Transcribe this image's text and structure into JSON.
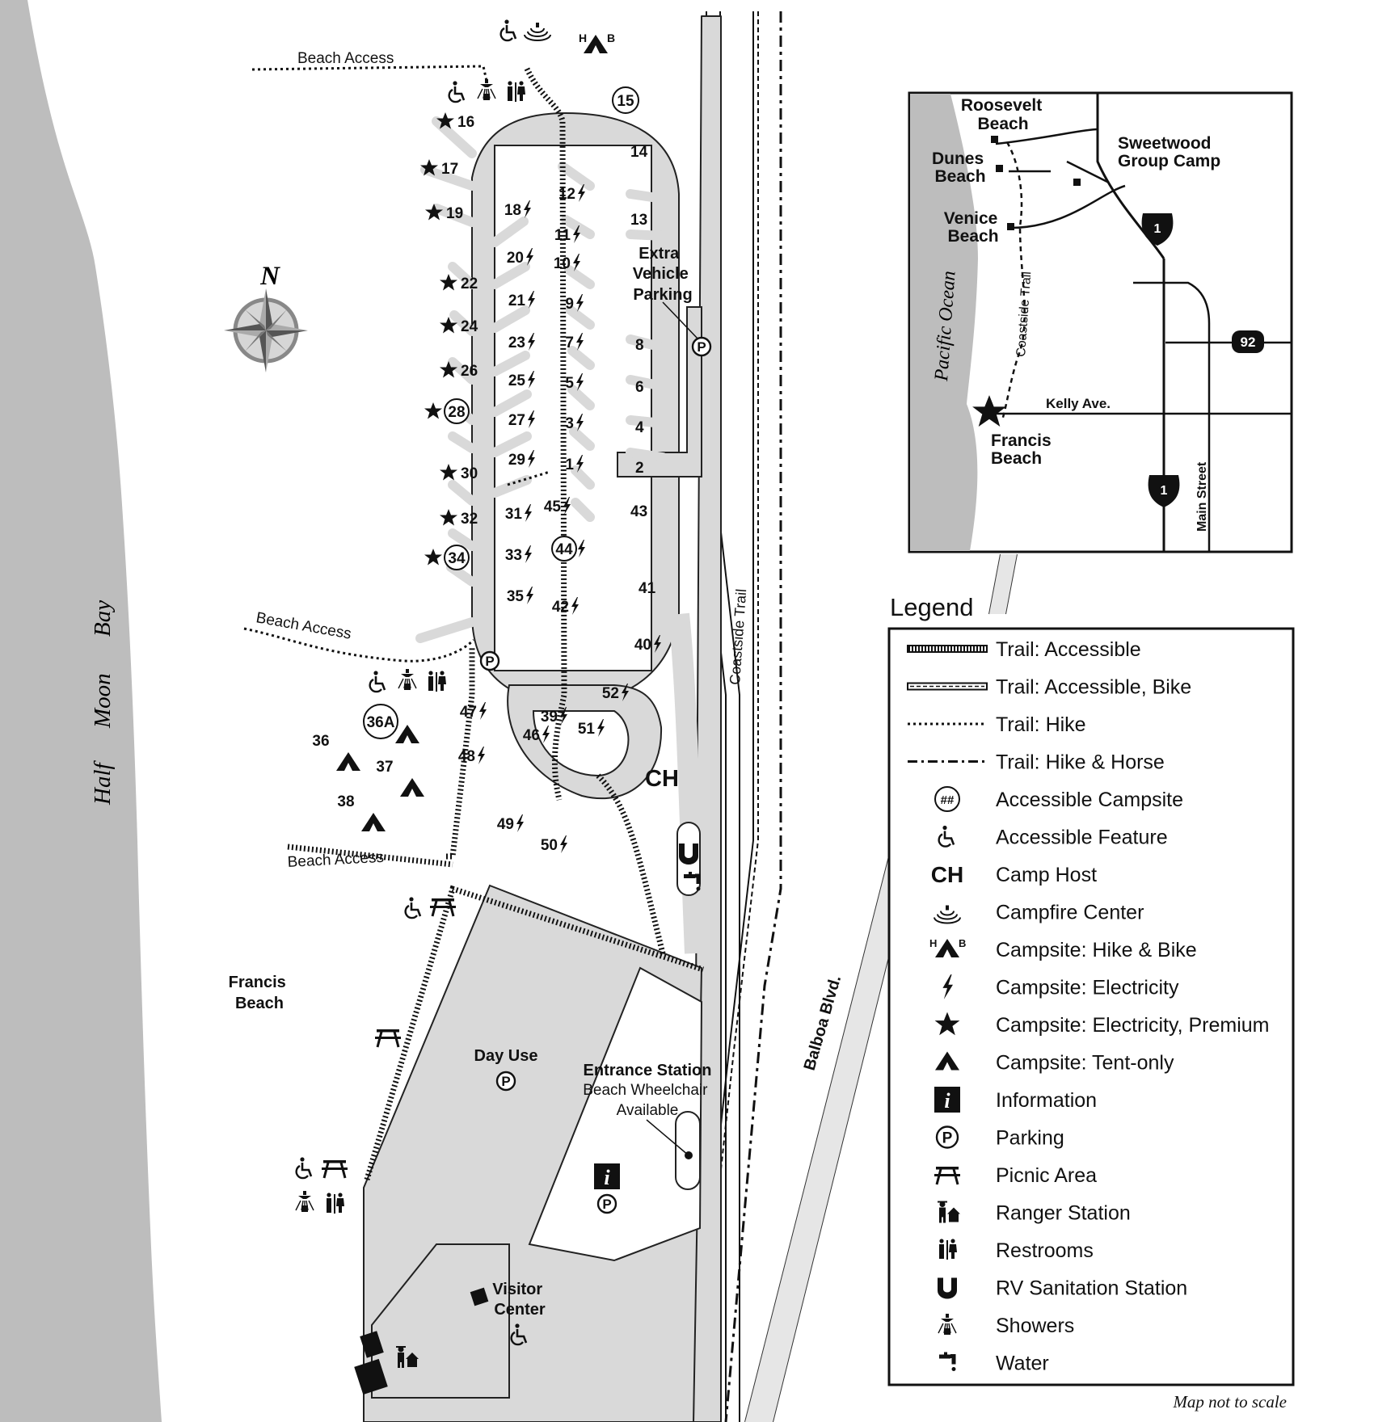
{
  "water": {
    "bay_name": [
      "Half",
      "Moon",
      "Bay"
    ]
  },
  "beach_name": [
    "Francis",
    "Beach"
  ],
  "beach_access_labels": [
    "Beach Access",
    "Beach Access",
    "Beach Access"
  ],
  "extra_parking": [
    "Extra",
    "Vehicle",
    "Parking"
  ],
  "day_use": "Day Use",
  "entrance": {
    "title": "Entrance Station",
    "note": [
      "Beach Wheelchair",
      "Available"
    ]
  },
  "visitor_center": [
    "Visitor",
    "Center"
  ],
  "camp_host": "CH",
  "trail_label": "Coastside Trail",
  "road_label": "Balboa Blvd.",
  "north_label": "N",
  "hike_bike_letters": [
    "H",
    "B"
  ],
  "campsites": {
    "premium": [
      "16",
      "17",
      "19",
      "22",
      "24",
      "26",
      "30",
      "32"
    ],
    "premium_accessible": [
      "28",
      "34"
    ],
    "electric": [
      "18",
      "20",
      "21",
      "23",
      "25",
      "27",
      "29",
      "31",
      "33",
      "35",
      "12",
      "11",
      "10",
      "9",
      "7",
      "5",
      "3",
      "1",
      "45",
      "42",
      "40",
      "47",
      "48",
      "39",
      "46",
      "51",
      "52",
      "49",
      "50"
    ],
    "electric_accessible": [
      "44"
    ],
    "plain": [
      "14",
      "13",
      "8",
      "6",
      "4",
      "2",
      "43",
      "41"
    ],
    "accessible": [
      "15"
    ],
    "tent": [
      "36",
      "37",
      "38"
    ],
    "tent_accessible": [
      "36A"
    ]
  },
  "inset": {
    "places": {
      "roosevelt": [
        "Roosevelt",
        "Beach"
      ],
      "dunes": [
        "Dunes",
        "Beach"
      ],
      "sweetwood": [
        "Sweetwood",
        "Group Camp"
      ],
      "venice": [
        "Venice",
        "Beach"
      ],
      "francis": [
        "Francis",
        "Beach"
      ]
    },
    "ocean": "Pacific Ocean",
    "trail": "Coastside Trail",
    "kelly": "Kelly Ave.",
    "main_street": "Main Street",
    "hwy1": "1",
    "hwy92": "92"
  },
  "legend": {
    "title": "Legend",
    "items": [
      {
        "icon": "trail-accessible-icon",
        "label": "Trail: Accessible"
      },
      {
        "icon": "trail-accessible-bike-icon",
        "label": "Trail: Accessible, Bike"
      },
      {
        "icon": "trail-hike-icon",
        "label": "Trail: Hike"
      },
      {
        "icon": "trail-hike-horse-icon",
        "label": "Trail: Hike & Horse"
      },
      {
        "icon": "accessible-campsite-icon",
        "label": "Accessible Campsite",
        "glyph": "##"
      },
      {
        "icon": "accessible-feature-icon",
        "label": "Accessible Feature"
      },
      {
        "icon": "camp-host-icon",
        "label": "Camp Host",
        "glyph": "CH"
      },
      {
        "icon": "campfire-center-icon",
        "label": "Campfire Center"
      },
      {
        "icon": "hike-bike-campsite-icon",
        "label": "Campsite: Hike & Bike"
      },
      {
        "icon": "electricity-icon",
        "label": "Campsite: Electricity"
      },
      {
        "icon": "star-icon",
        "label": "Campsite: Electricity, Premium"
      },
      {
        "icon": "tent-icon",
        "label": "Campsite: Tent-only"
      },
      {
        "icon": "information-icon",
        "label": "Information",
        "glyph": "i"
      },
      {
        "icon": "parking-icon",
        "label": "Parking",
        "glyph": "P"
      },
      {
        "icon": "picnic-table-icon",
        "label": "Picnic Area"
      },
      {
        "icon": "ranger-station-icon",
        "label": "Ranger Station"
      },
      {
        "icon": "restrooms-icon",
        "label": "Restrooms"
      },
      {
        "icon": "rv-sanitation-icon",
        "label": "RV Sanitation Station"
      },
      {
        "icon": "showers-icon",
        "label": "Showers"
      },
      {
        "icon": "water-icon",
        "label": "Water"
      }
    ]
  },
  "footnote": "Map not to scale"
}
